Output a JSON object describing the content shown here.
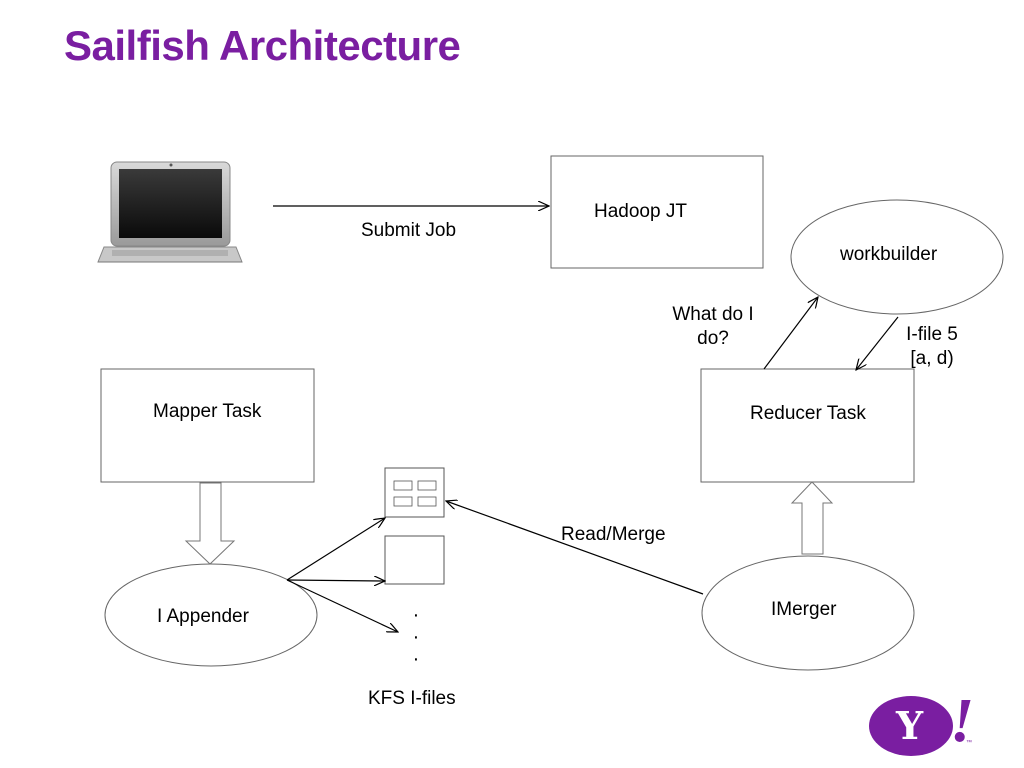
{
  "slide": {
    "title": "Sailfish Architecture"
  },
  "nodes": {
    "hadoop_jt": "Hadoop JT",
    "workbuilder": "workbuilder",
    "mapper_task": "Mapper Task",
    "reducer_task": "Reducer Task",
    "i_appender": "I Appender",
    "imerger": "IMerger"
  },
  "edges": {
    "submit_job": "Submit Job",
    "what_do_i_do_line1": "What do I",
    "what_do_i_do_line2": "do?",
    "ifile_line1": "I-file 5",
    "ifile_line2": "[a, d)",
    "read_merge": "Read/Merge"
  },
  "storage": {
    "ellipsis": [
      "·",
      "·",
      "·"
    ],
    "label": "KFS I-files"
  },
  "logo": {
    "letter": "Y",
    "bang": "!",
    "tm": "™"
  },
  "colors": {
    "title": "#7a1ea1",
    "logo": "#7a1ea1",
    "stroke": "#555555"
  },
  "icons": [
    "laptop-icon",
    "yahoo-logo-icon",
    "ifile-grid-icon"
  ]
}
